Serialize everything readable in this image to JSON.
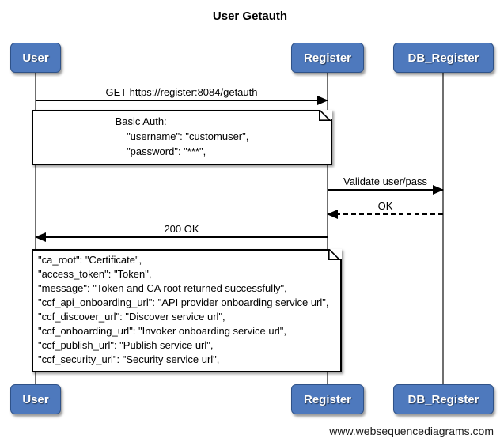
{
  "title": "User Getauth",
  "actors": [
    {
      "name": "User"
    },
    {
      "name": "Register"
    },
    {
      "name": "DB_Register"
    }
  ],
  "messages": [
    {
      "label": "GET https://register:8084/getauth",
      "from": "User",
      "to": "Register",
      "line_style": "solid",
      "direction": "right"
    },
    {
      "label": "Validate user/pass",
      "from": "Register",
      "to": "DB_Register",
      "line_style": "solid",
      "direction": "right"
    },
    {
      "label": "OK",
      "from": "DB_Register",
      "to": "Register",
      "line_style": "dashed",
      "direction": "left"
    },
    {
      "label": "200 OK",
      "from": "Register",
      "to": "User",
      "line_style": "solid",
      "direction": "left"
    }
  ],
  "notes": [
    {
      "over": [
        "User",
        "Register"
      ],
      "lines": [
        "Basic Auth:",
        "    \"username\": \"customuser\",",
        "    \"password\": \"***\","
      ]
    },
    {
      "over": [
        "User",
        "Register"
      ],
      "lines": [
        "\"ca_root\": \"Certificate\",",
        "\"access_token\": \"Token\",",
        "\"message\": \"Token and CA root returned successfully\",",
        "\"ccf_api_onboarding_url\": \"API provider onboarding service url\",",
        "\"ccf_discover_url\": \"Discover service url\",",
        "\"ccf_onboarding_url\": \"Invoker onboarding service url\",",
        "\"ccf_publish_url\": \"Publish service url\",",
        "\"ccf_security_url\": \"Security service url\","
      ]
    }
  ],
  "watermark": "www.websequencediagrams.com",
  "colors": {
    "actor_fill": "#4e79bd",
    "actor_border": "#2f5288",
    "actor_text": "#ffffff",
    "lifeline": "#6f6f6f",
    "message_line": "#000000",
    "note_fill": "#ffffff",
    "note_border": "#000000",
    "background": "#ffffff"
  }
}
